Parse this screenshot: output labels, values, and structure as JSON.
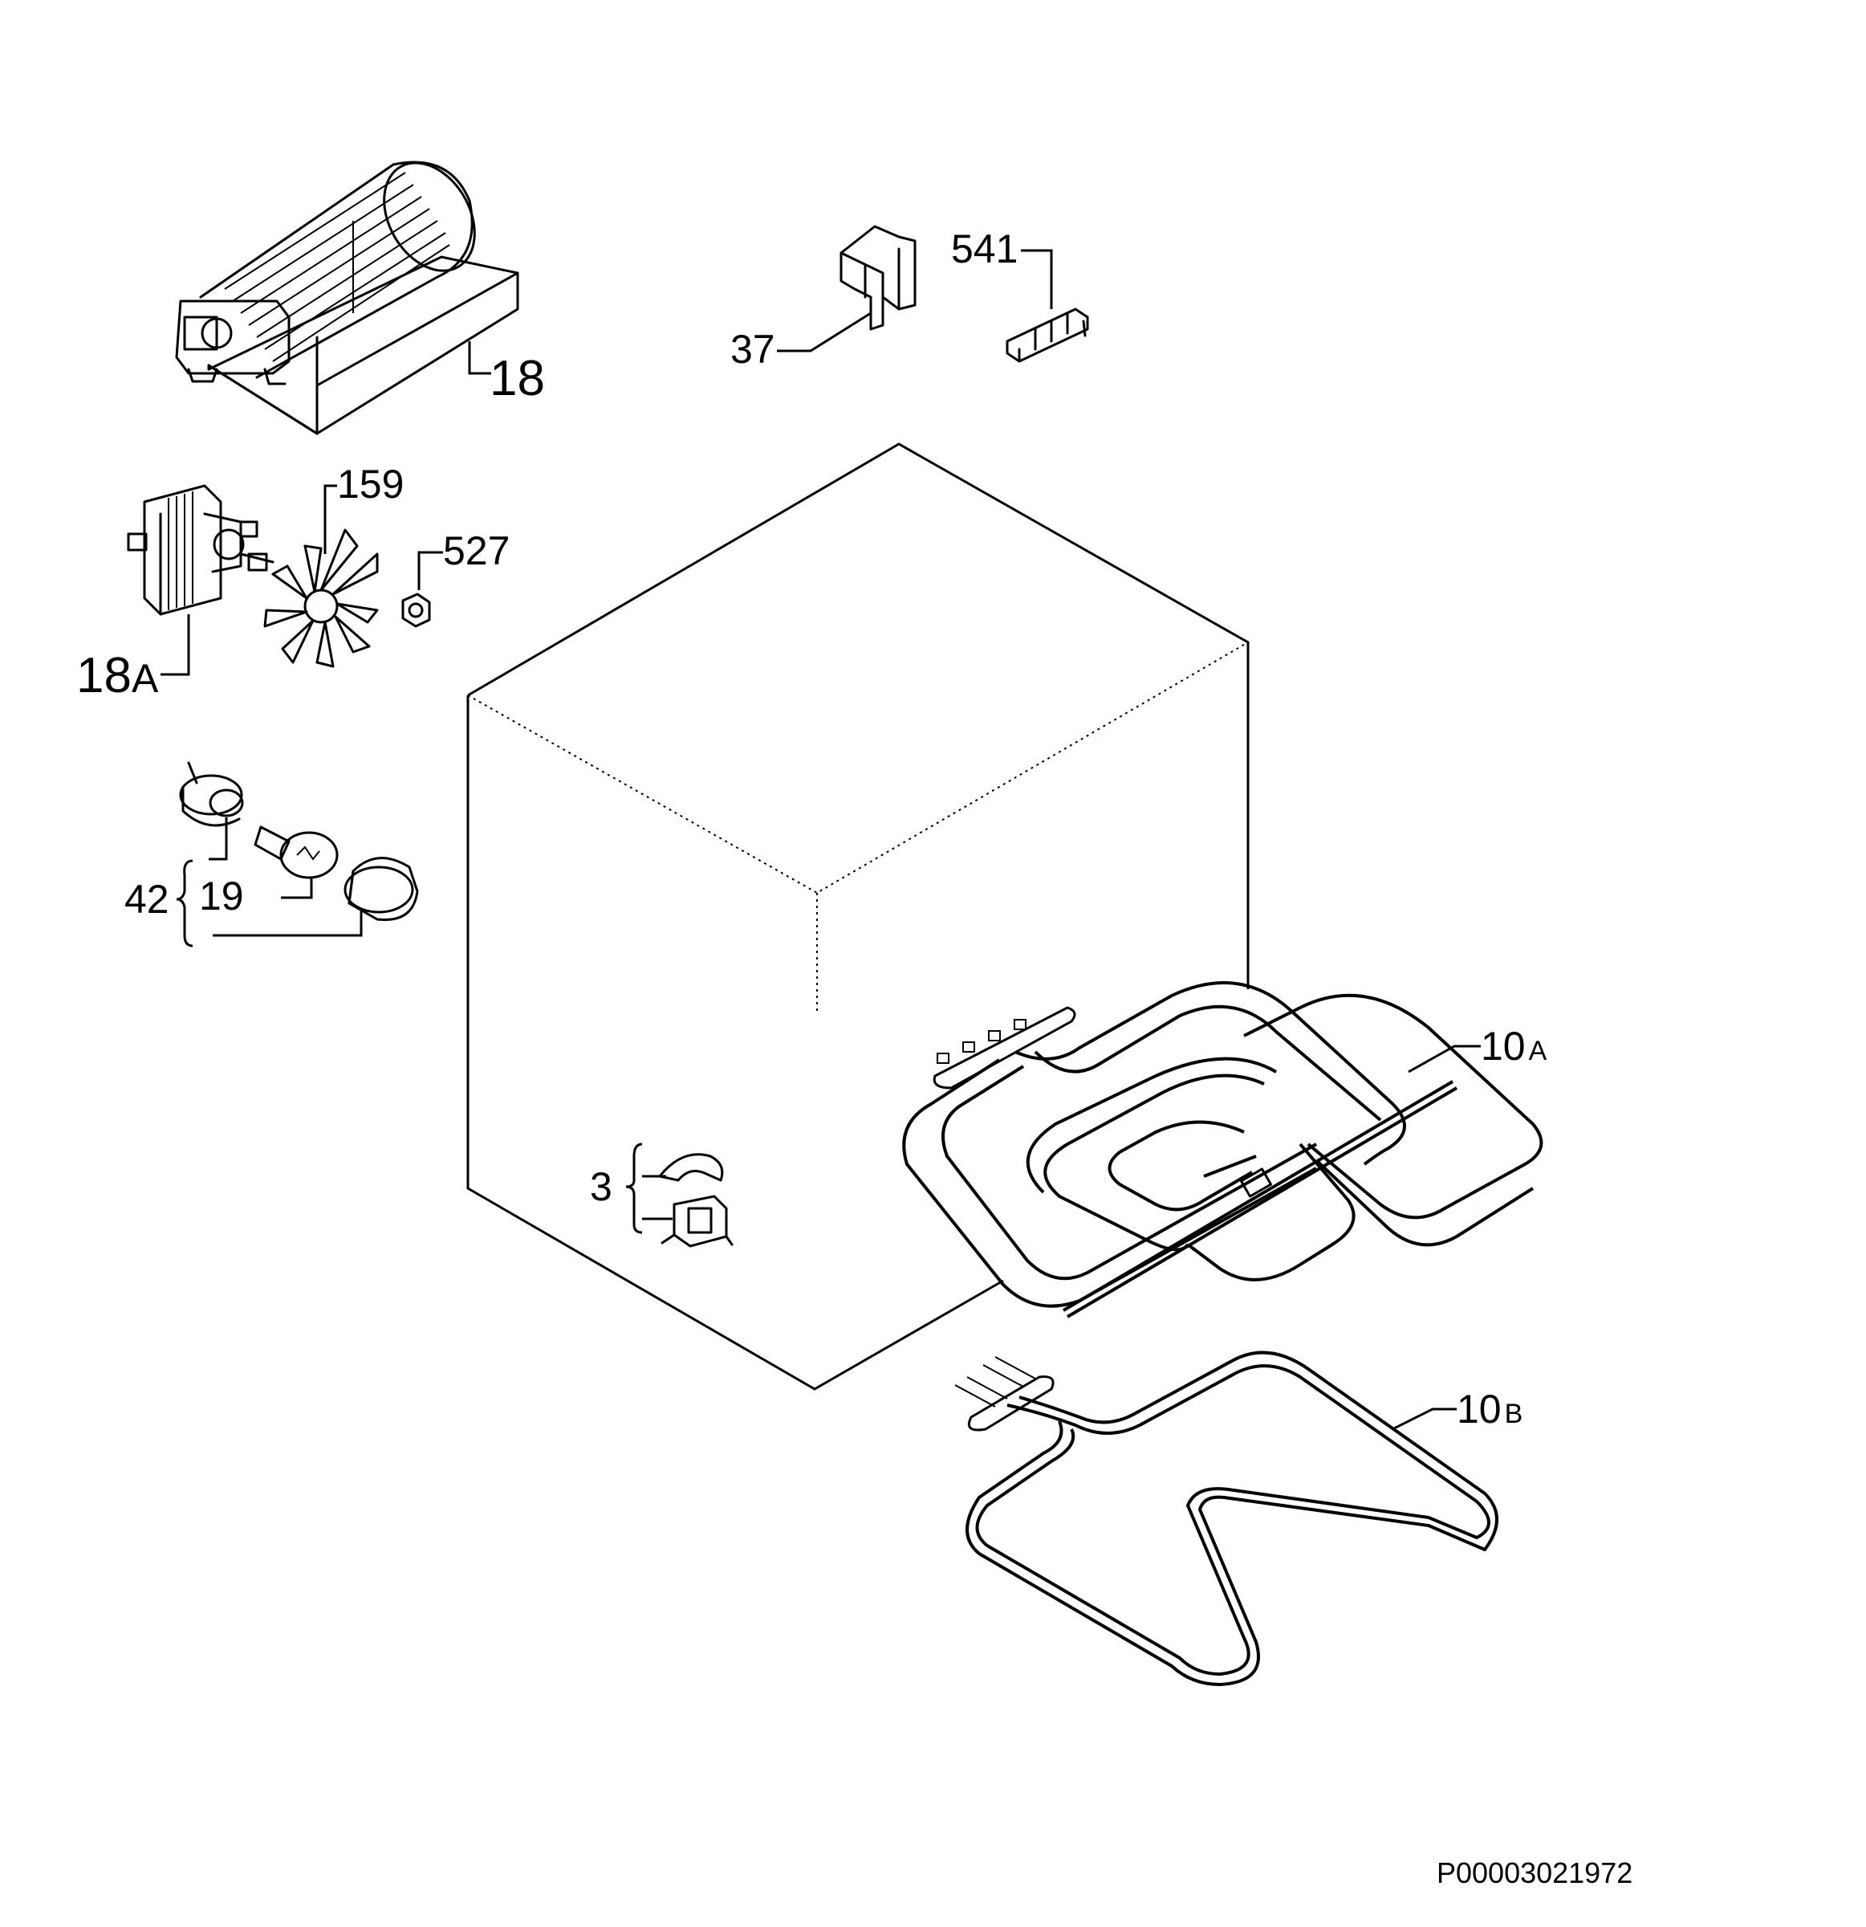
{
  "diagram": {
    "labels": {
      "fan_assembly": "18",
      "motor": "18",
      "motor_suffix": "A",
      "fan_blade": "159",
      "nut": "527",
      "switch_37": "37",
      "connector_541": "541",
      "lamp_group": "42",
      "lamp_bulb": "19",
      "thermostat_group": "3",
      "element_upper": "10",
      "element_upper_suffix": "A",
      "element_lower": "10",
      "element_lower_suffix": "B"
    },
    "drawing_code": "P00003021972"
  }
}
